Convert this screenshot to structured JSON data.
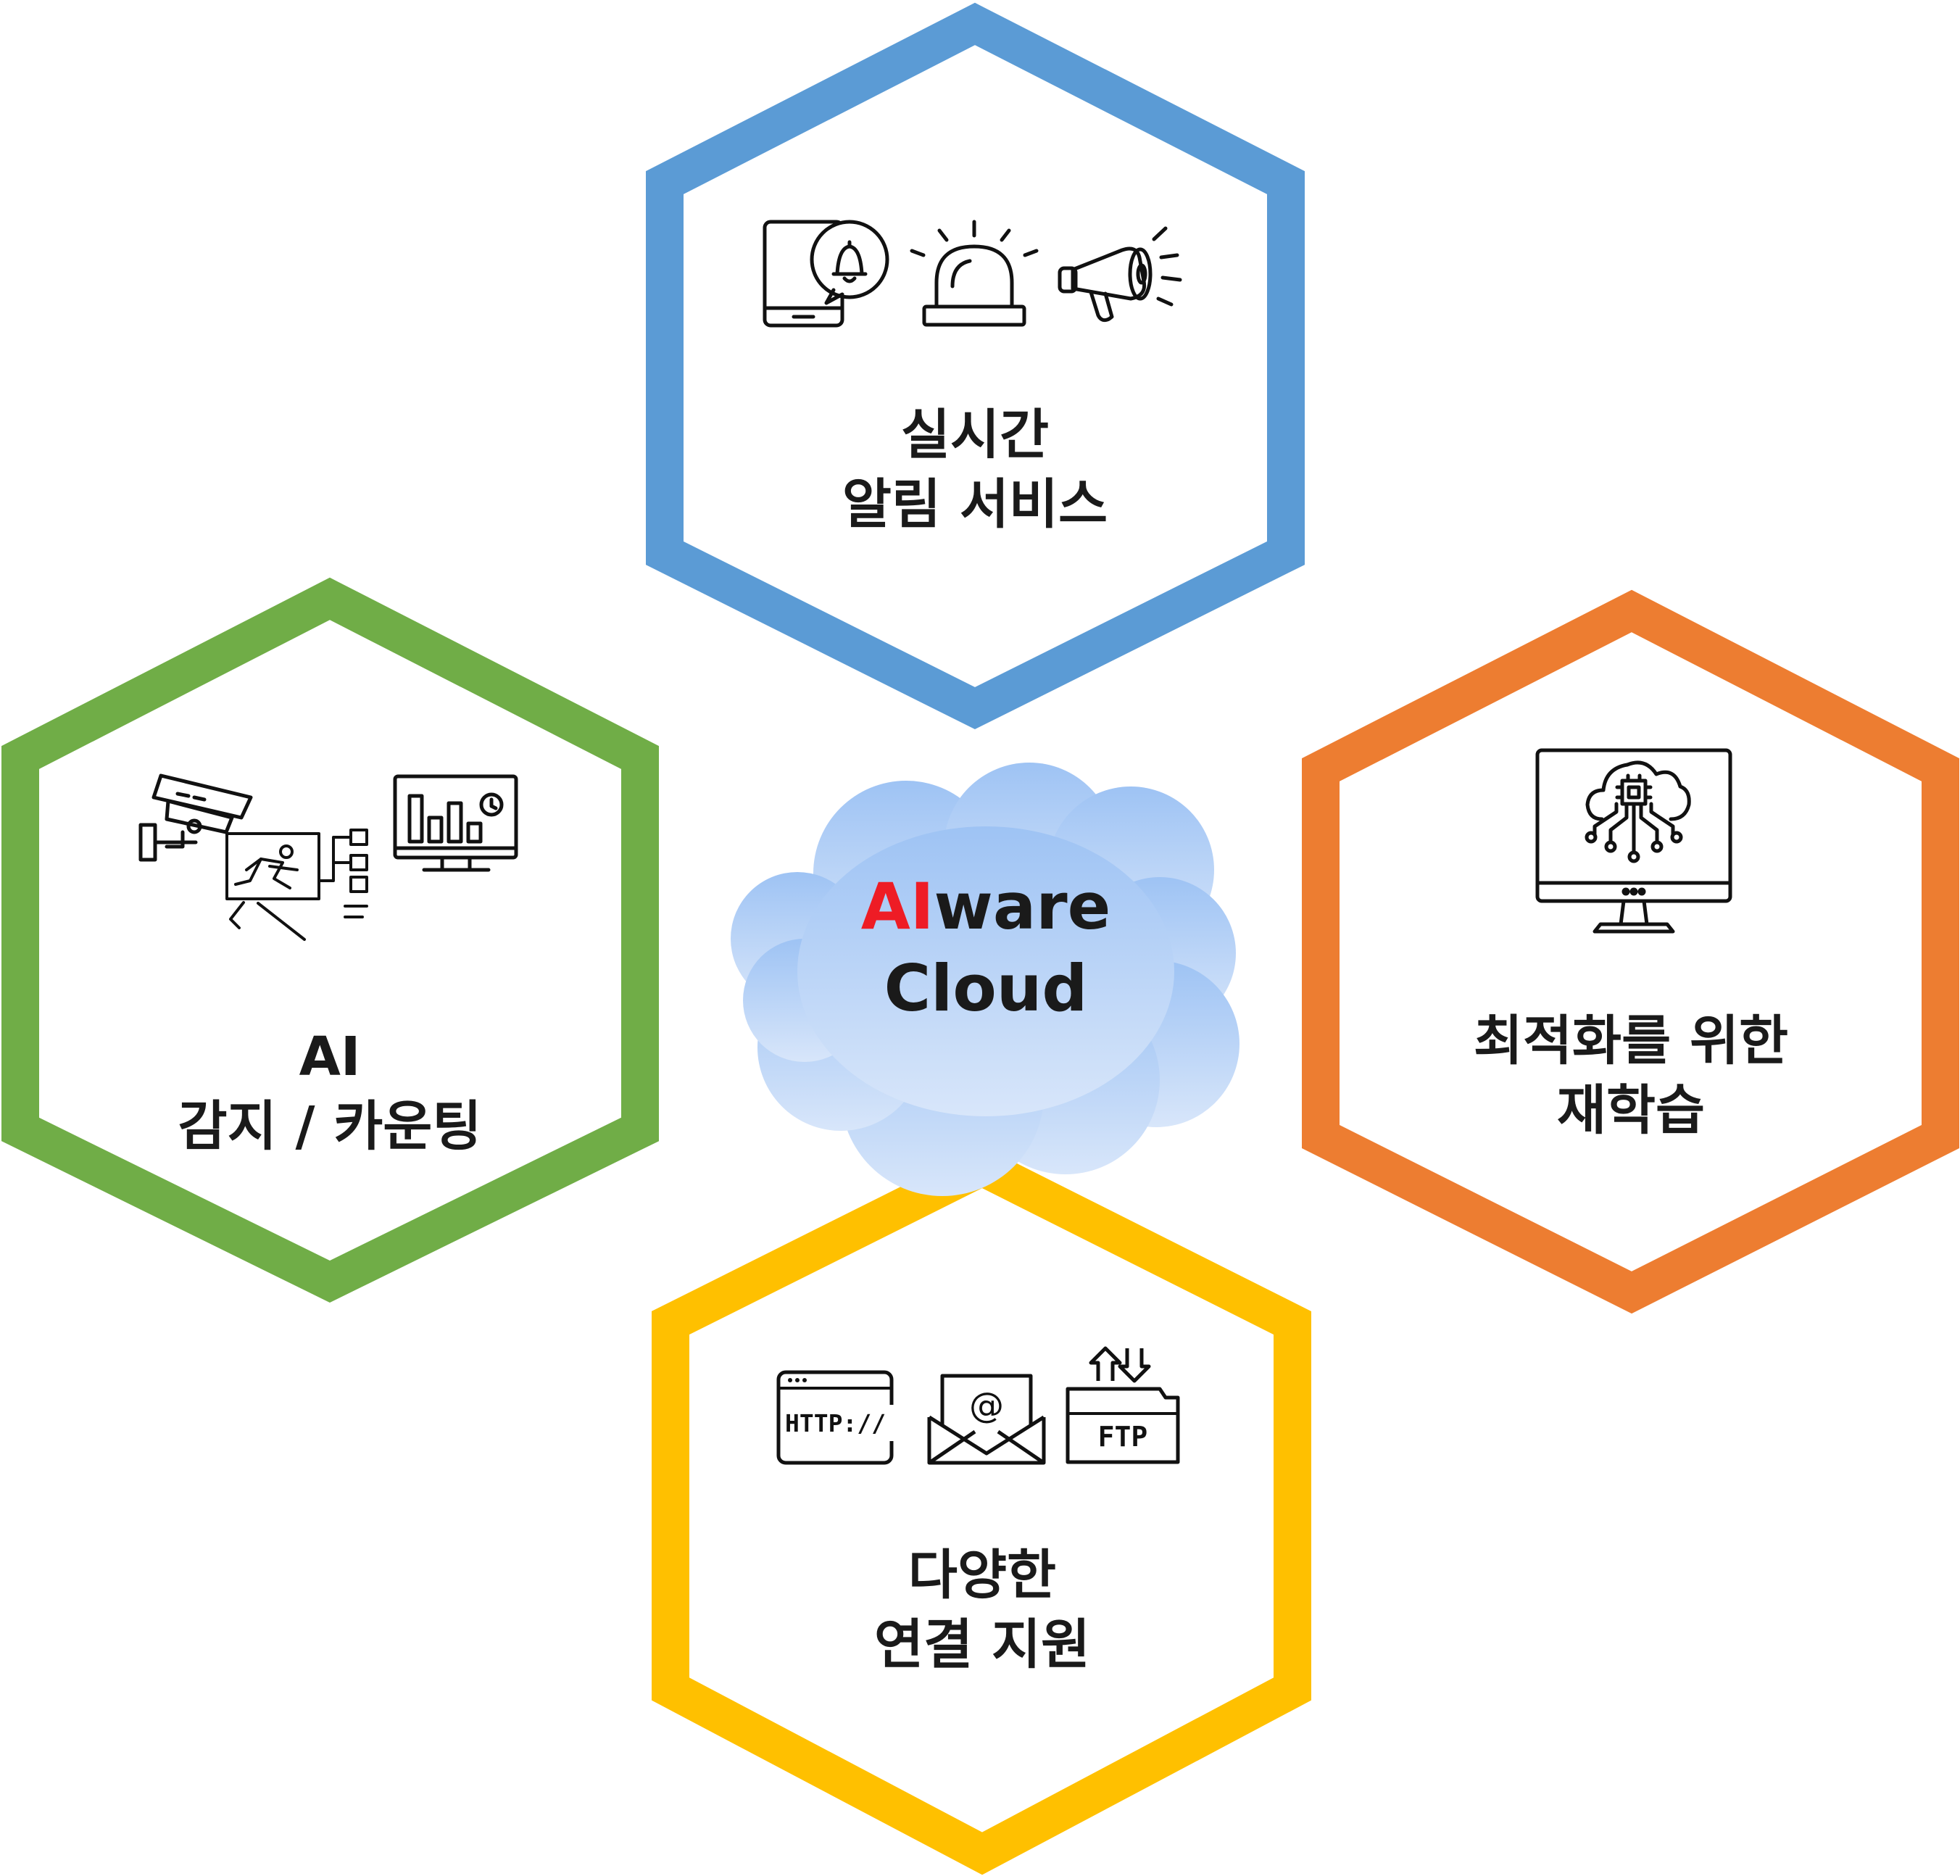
{
  "center": {
    "title_accent": "AI",
    "title_rest": "ware",
    "title_line2": "Cloud"
  },
  "hexagons": {
    "top": {
      "color": "#5b9bd5",
      "line1": "실시간",
      "line2": "알림 서비스",
      "icons": [
        "smartphone-notification-icon",
        "siren-icon",
        "megaphone-icon"
      ]
    },
    "left": {
      "color": "#70ad47",
      "line1": "AI",
      "line2": "감지 / 카운팅",
      "icons": [
        "cctv-camera-icon",
        "detection-tracking-icon",
        "analytics-monitor-icon"
      ]
    },
    "right": {
      "color": "#ed7d31",
      "line1": "최적화를 위한",
      "line2": "재학습",
      "icons": [
        "cloud-chip-monitor-icon"
      ]
    },
    "bottom": {
      "color": "#ffc000",
      "line1": "다양한",
      "line2": "연결 지원",
      "icons": [
        "http-icon",
        "email-icon",
        "ftp-icon"
      ],
      "icon_text": {
        "http": "HTTP://",
        "email": "@",
        "ftp": "FTP"
      }
    }
  },
  "cloud_gradient": {
    "top": "#9ec3f4",
    "bottom": "#d8e6fa"
  }
}
